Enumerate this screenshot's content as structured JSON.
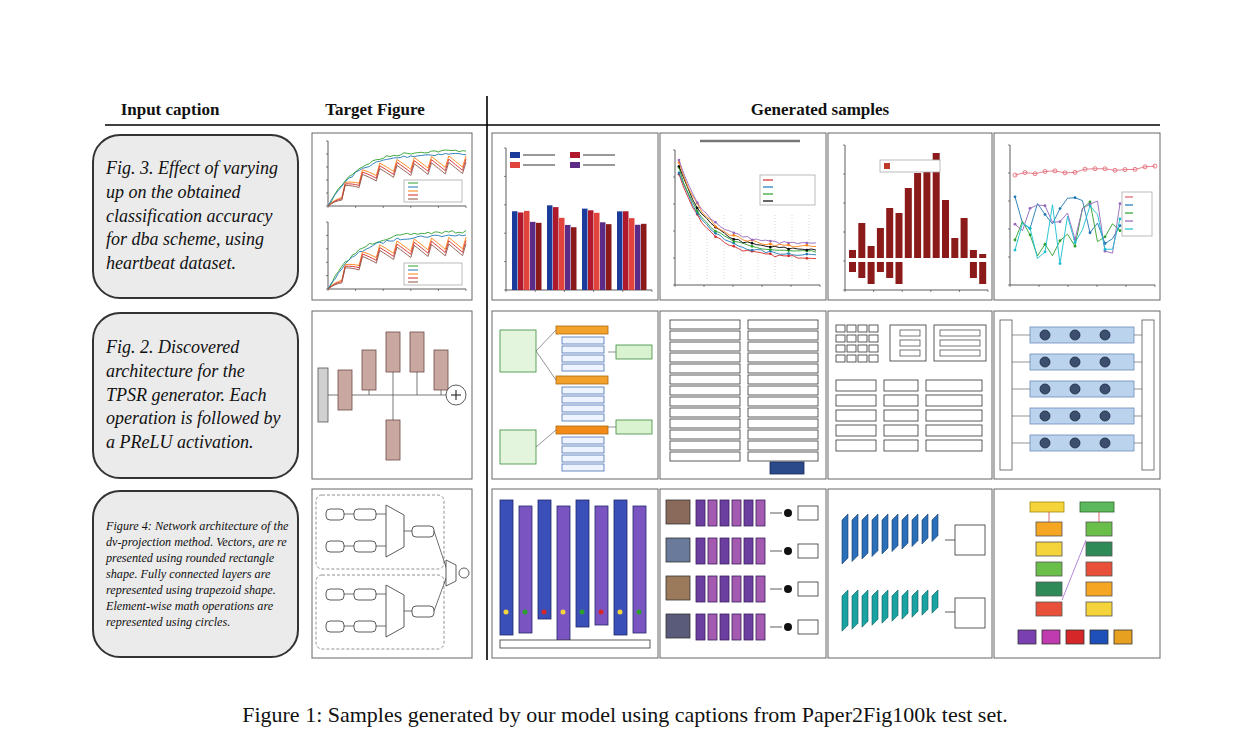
{
  "diagram": {
    "caption": "Figure 1: Samples generated by our model using captions from Paper2Fig100k test set.",
    "nodes": [
      {
        "text": [
          "Fig. 3. Effect of varying up on the obtained classification accuracy for dba scheme, using heartbeat dataset."
        ]
      },
      {
        "text": [
          "Fig. 2. Discovered architecture for the TPSR generator. Each operation is followed by a PReLU activation."
        ]
      },
      {
        "text": [
          "Figure 4: Network architecture of the dv-projection method. Vectors, are re presented using rounded rectangle shape. Fully connected layers are represented using trapezoid shape. Element-wise math operations are represented using circles."
        ]
      }
    ],
    "labels": [
      "Input caption",
      "Target Figure",
      "Generated samples"
    ]
  }
}
